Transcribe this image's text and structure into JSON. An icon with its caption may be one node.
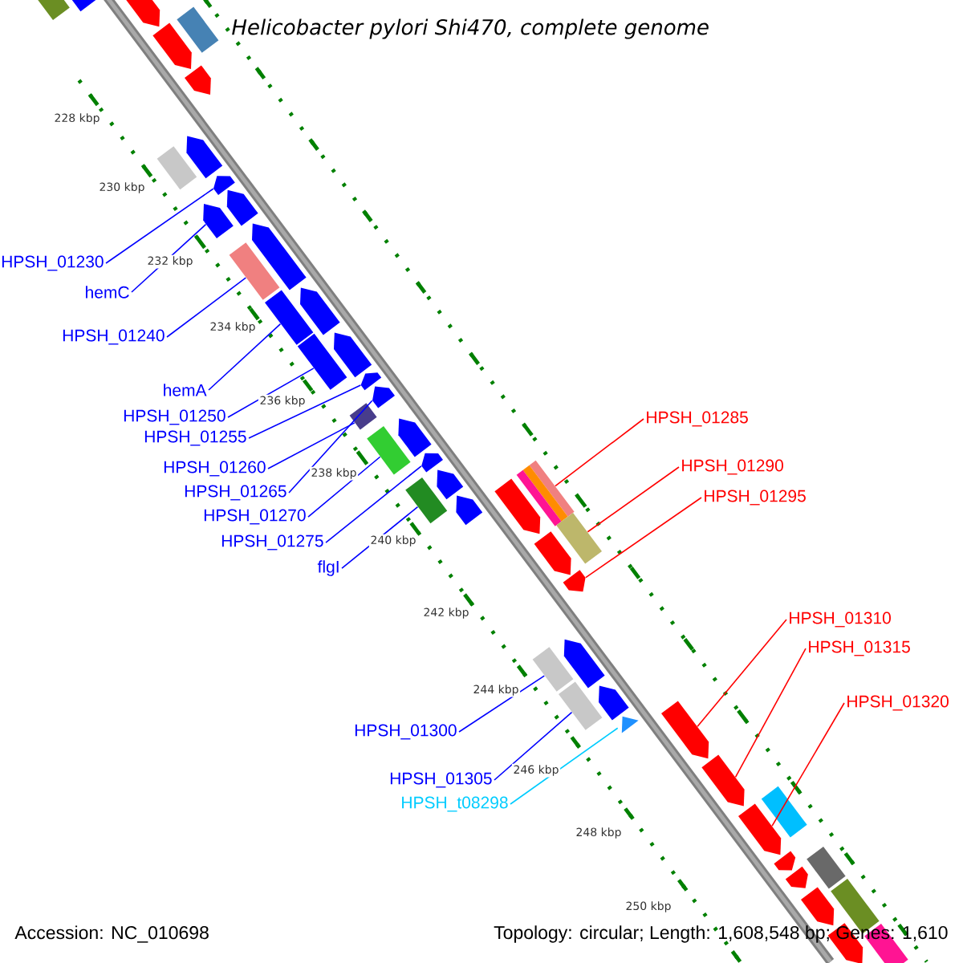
{
  "diagram": {
    "title": "Helicobacter pylori Shi470, complete genome",
    "nodes": [
      {
        "text": [
          "HPSH_01230"
        ]
      },
      {
        "text": [
          "hemC"
        ]
      },
      {
        "text": [
          "HPSH_01240"
        ]
      },
      {
        "text": [
          "hemA"
        ]
      },
      {
        "text": [
          "HPSH_01250"
        ]
      },
      {
        "text": [
          "HPSH_01255"
        ]
      },
      {
        "text": [
          "HPSH_01260"
        ]
      },
      {
        "text": [
          "HPSH_01265"
        ]
      },
      {
        "text": [
          "HPSH_01270"
        ]
      },
      {
        "text": [
          "HPSH_01275"
        ]
      },
      {
        "text": [
          "flgI"
        ]
      },
      {
        "text": [
          "HPSH_01300"
        ]
      },
      {
        "text": [
          "HPSH_01305"
        ]
      },
      {
        "text": [
          "HPSH_t08298"
        ]
      },
      {
        "text": [
          "HPSH_01285"
        ]
      },
      {
        "text": [
          "HPSH_01290"
        ]
      },
      {
        "text": [
          "HPSH_01295"
        ]
      },
      {
        "text": [
          "HPSH_01310"
        ]
      },
      {
        "text": [
          "HPSH_01315"
        ]
      },
      {
        "text": [
          "HPSH_01320"
        ]
      },
      {
        "text": [],
        "shape": "box"
      },
      {
        "text": [],
        "shape": "arrow"
      },
      {
        "text": [],
        "shape": "arrow"
      },
      {
        "text": [],
        "shape": "box"
      },
      {
        "text": [],
        "shape": "arrow"
      },
      {
        "text": [],
        "shape": "arrow"
      },
      {
        "text": [],
        "shape": "arrow"
      },
      {
        "text": [],
        "shape": "box"
      },
      {
        "text": [],
        "shape": "arrow"
      },
      {
        "text": [],
        "shape": "arrow"
      },
      {
        "text": [],
        "shape": "arrow"
      },
      {
        "text": [],
        "shape": "arrow"
      },
      {
        "text": [],
        "shape": "box"
      },
      {
        "text": [],
        "shape": "arrow"
      },
      {
        "text": [],
        "shape": "box"
      },
      {
        "text": [],
        "shape": "arrow"
      },
      {
        "text": [],
        "shape": "box"
      },
      {
        "text": [],
        "shape": "arrow"
      },
      {
        "text": [],
        "shape": "arrow"
      },
      {
        "text": [],
        "shape": "box"
      },
      {
        "text": [],
        "shape": "arrow"
      },
      {
        "text": [],
        "shape": "box"
      },
      {
        "text": [],
        "shape": "arrow"
      },
      {
        "text": [],
        "shape": "arrow"
      },
      {
        "text": [],
        "shape": "box"
      },
      {
        "text": [],
        "shape": "box"
      },
      {
        "text": [],
        "shape": "box"
      },
      {
        "text": [],
        "shape": "box"
      },
      {
        "text": [],
        "shape": "arrow"
      },
      {
        "text": [],
        "shape": "arrow"
      },
      {
        "text": [],
        "shape": "box"
      },
      {
        "text": [],
        "shape": "arrow"
      },
      {
        "text": [],
        "shape": "arrow"
      },
      {
        "text": [],
        "shape": "arrow"
      },
      {
        "text": [],
        "shape": "box"
      },
      {
        "text": [],
        "shape": "arrow"
      },
      {
        "text": [],
        "shape": "box"
      },
      {
        "text": [],
        "shape": "triangle"
      },
      {
        "text": [],
        "shape": "arrow"
      },
      {
        "text": [],
        "shape": "arrow"
      },
      {
        "text": [],
        "shape": "box"
      },
      {
        "text": [],
        "shape": "arrow"
      },
      {
        "text": [],
        "shape": "arrow"
      },
      {
        "text": [],
        "shape": "box"
      },
      {
        "text": [],
        "shape": "arrow"
      },
      {
        "text": [],
        "shape": "box"
      },
      {
        "text": [],
        "shape": "arrow"
      },
      {
        "text": [],
        "shape": "arrow"
      },
      {
        "text": [],
        "shape": "box"
      }
    ],
    "edges": [
      {
        "from": 0,
        "to": 28,
        "arrow": "none"
      },
      {
        "from": 1,
        "to": 30,
        "arrow": "none"
      },
      {
        "from": 2,
        "to": 32,
        "arrow": "none"
      },
      {
        "from": 3,
        "to": 34,
        "arrow": "none"
      },
      {
        "from": 4,
        "to": 36,
        "arrow": "none"
      },
      {
        "from": 5,
        "to": 37,
        "arrow": "none"
      },
      {
        "from": 6,
        "to": 39,
        "arrow": "none"
      },
      {
        "from": 7,
        "to": 38,
        "arrow": "none"
      },
      {
        "from": 8,
        "to": 41,
        "arrow": "none"
      },
      {
        "from": 9,
        "to": 42,
        "arrow": "none"
      },
      {
        "from": 10,
        "to": 47,
        "arrow": "none"
      },
      {
        "from": 11,
        "to": 54,
        "arrow": "none"
      },
      {
        "from": 12,
        "to": 56,
        "arrow": "none"
      },
      {
        "from": 13,
        "to": 57,
        "arrow": "none",
        "color": "#00ccff"
      },
      {
        "from": 14,
        "to": 44,
        "arrow": "none",
        "color": "#ff0000"
      },
      {
        "from": 15,
        "to": 50,
        "arrow": "none",
        "color": "#ff0000"
      },
      {
        "from": 16,
        "to": 52,
        "arrow": "none",
        "color": "#ff0000"
      },
      {
        "from": 17,
        "to": 58,
        "arrow": "none",
        "color": "#ff0000"
      },
      {
        "from": 18,
        "to": 59,
        "arrow": "none",
        "color": "#ff0000"
      },
      {
        "from": 19,
        "to": 61,
        "arrow": "none",
        "color": "#ff0000"
      }
    ],
    "labels": [
      "228 kbp",
      "230 kbp",
      "232 kbp",
      "234 kbp",
      "236 kbp",
      "238 kbp",
      "240 kbp",
      "242 kbp",
      "244 kbp",
      "246 kbp",
      "248 kbp",
      "250 kbp",
      "Accession: NC_010698",
      "Topology: circular; Length: 1,608,548 bp; Genes: 1,610"
    ]
  }
}
